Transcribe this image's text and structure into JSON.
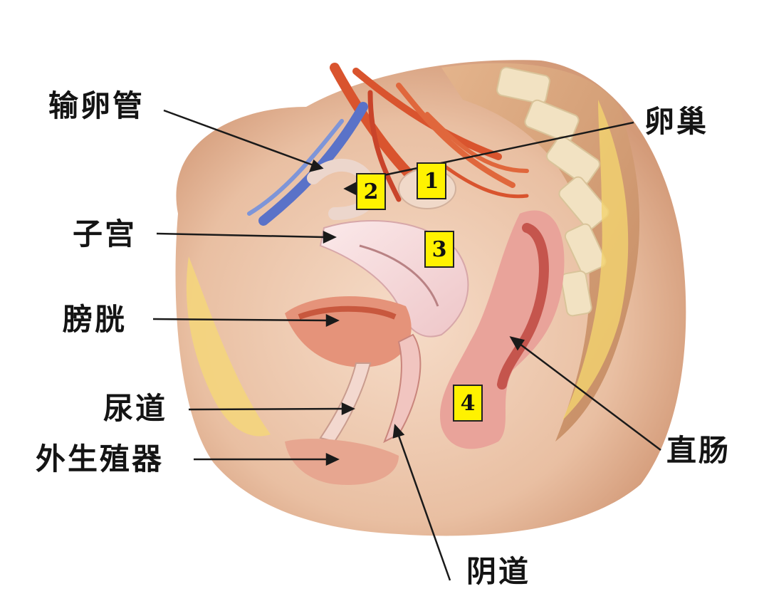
{
  "labels": {
    "fallopian_tube": "输卵管",
    "ovary": "卵巢",
    "uterus": "子宫",
    "bladder": "膀胱",
    "urethra": "尿道",
    "external_genitalia": "外生殖器",
    "rectum": "直肠",
    "vagina": "阴道"
  },
  "markers": [
    "1",
    "2",
    "3",
    "4"
  ],
  "colors": {
    "label_text": "#141414",
    "marker_fill": "#fff200",
    "leader_line": "#1a1a1a"
  }
}
